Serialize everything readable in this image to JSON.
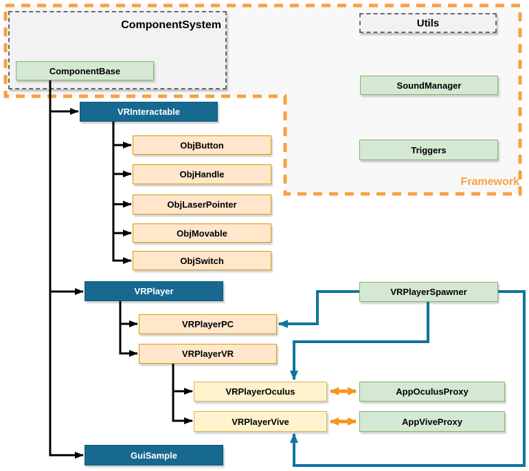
{
  "groups": {
    "componentSystem": "ComponentSystem",
    "utils": "Utils",
    "framework": "Framework"
  },
  "nodes": {
    "componentBase": "ComponentBase",
    "vrInteractable": "VRInteractable",
    "objButton": "ObjButton",
    "objHandle": "ObjHandle",
    "objLaserPointer": "ObjLaserPointer",
    "objMovable": "ObjMovable",
    "objSwitch": "ObjSwitch",
    "vrPlayer": "VRPlayer",
    "vrPlayerPC": "VRPlayerPC",
    "vrPlayerVR": "VRPlayerVR",
    "vrPlayerOculus": "VRPlayerOculus",
    "vrPlayerVive": "VRPlayerVive",
    "guiSample": "GuiSample",
    "soundManager": "SoundManager",
    "triggers": "Triggers",
    "vrPlayerSpawner": "VRPlayerSpawner",
    "appOculusProxy": "AppOculusProxy",
    "appViveProxy": "AppViveProxy"
  },
  "edges": [
    {
      "from": "ComponentBase",
      "to": "VRInteractable",
      "type": "parent-child"
    },
    {
      "from": "ComponentBase",
      "to": "VRPlayer",
      "type": "parent-child"
    },
    {
      "from": "ComponentBase",
      "to": "GuiSample",
      "type": "parent-child"
    },
    {
      "from": "VRInteractable",
      "to": "ObjButton",
      "type": "parent-child"
    },
    {
      "from": "VRInteractable",
      "to": "ObjHandle",
      "type": "parent-child"
    },
    {
      "from": "VRInteractable",
      "to": "ObjLaserPointer",
      "type": "parent-child"
    },
    {
      "from": "VRInteractable",
      "to": "ObjMovable",
      "type": "parent-child"
    },
    {
      "from": "VRInteractable",
      "to": "ObjSwitch",
      "type": "parent-child"
    },
    {
      "from": "VRPlayer",
      "to": "VRPlayerPC",
      "type": "parent-child"
    },
    {
      "from": "VRPlayer",
      "to": "VRPlayerVR",
      "type": "parent-child"
    },
    {
      "from": "VRPlayerVR",
      "to": "VRPlayerOculus",
      "type": "parent-child"
    },
    {
      "from": "VRPlayerVR",
      "to": "VRPlayerVive",
      "type": "parent-child"
    },
    {
      "from": "VRPlayerSpawner",
      "to": "VRPlayerPC",
      "type": "reference"
    },
    {
      "from": "VRPlayerSpawner",
      "to": "VRPlayerOculus",
      "type": "reference"
    },
    {
      "from": "VRPlayerSpawner",
      "to": "VRPlayerVive",
      "type": "reference"
    },
    {
      "from": "VRPlayerOculus",
      "to": "AppOculusProxy",
      "type": "bidirectional"
    },
    {
      "from": "VRPlayerVive",
      "to": "AppViveProxy",
      "type": "bidirectional"
    }
  ],
  "colors": {
    "teal_node": "#17698F",
    "green_node_fill": "#D5E8D4",
    "green_node_border": "#82B366",
    "tan_node_fill": "#FFE6CC",
    "tan_node_border": "#D79B00",
    "yellow_node_fill": "#FFF2CC",
    "yellow_node_border": "#D6B656",
    "group_fill": "#F2F2F2",
    "framework_outline": "#F9A13E",
    "framework_fill": "#F8F8F8",
    "edge_black": "#000000",
    "edge_blue": "#10739E",
    "edge_orange": "#F7941D"
  }
}
